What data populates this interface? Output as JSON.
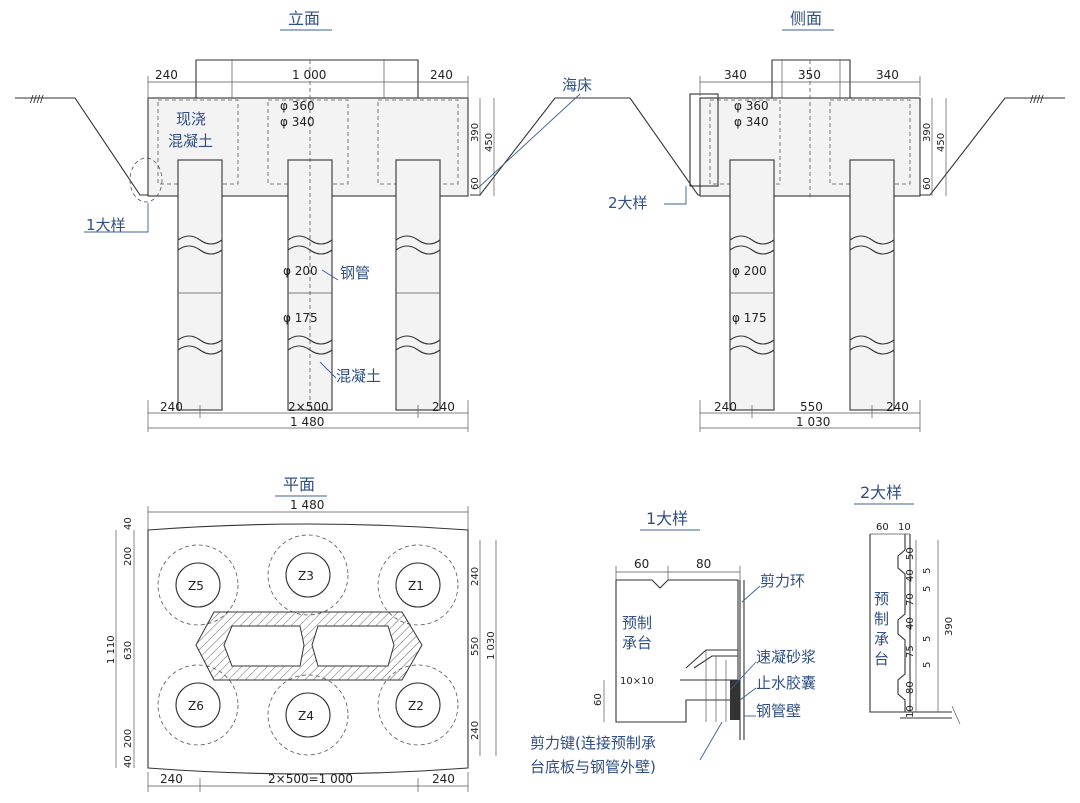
{
  "views": {
    "elevation": {
      "title": "立面",
      "dims_top": [
        "240",
        "1 000",
        "240"
      ],
      "dims_bottom": [
        "240",
        "2×500",
        "240"
      ],
      "total": "1 480",
      "right_dims": [
        "390",
        "450",
        "60"
      ],
      "labels": {
        "phi360": "φ 360",
        "phi340": "φ 340",
        "phi200": "φ 200",
        "phi175": "φ 175",
        "cast_in_place": "现浇",
        "concrete_fill": "混凝土",
        "steel_pipe": "钢管",
        "concrete": "混凝土",
        "detail_ref": "1大样"
      }
    },
    "side": {
      "title": "侧面",
      "dims_top": [
        "340",
        "350",
        "340"
      ],
      "dims_bottom": [
        "240",
        "550",
        "240"
      ],
      "total": "1 030",
      "right_dims": [
        "390",
        "450",
        "60"
      ],
      "labels": {
        "seabed": "海床",
        "phi360": "φ 360",
        "phi340": "φ 340",
        "phi200": "φ 200",
        "phi175": "φ 175",
        "detail_ref": "2大样"
      }
    },
    "plan": {
      "title": "平面",
      "top_dim": "1 480",
      "left_dims": [
        "40",
        "200",
        "630",
        "200",
        "40"
      ],
      "left_total": "1 110",
      "right_dims": [
        "240",
        "550",
        "240"
      ],
      "right_total": "1 030",
      "bottom_dims": [
        "240",
        "2×500=1 000",
        "240"
      ],
      "piles": [
        "Z5",
        "Z3",
        "Z1",
        "Z6",
        "Z4",
        "Z2"
      ]
    },
    "detail1": {
      "title": "1大样",
      "dims": [
        "60",
        "80",
        "60",
        "10×10"
      ],
      "labels": {
        "precast1": "预制",
        "precast2": "承台",
        "shear_ring": "剪力环",
        "mortar": "速凝砂浆",
        "water_bag": "止水胶囊",
        "pipe_wall": "钢管壁",
        "shear_key1": "剪力键(连接预制承",
        "shear_key2": "台底板与钢管外壁)"
      }
    },
    "detail2": {
      "title": "2大样",
      "top_dims": [
        "60",
        "10"
      ],
      "dims": [
        "50",
        "40",
        "70",
        "40",
        "75",
        "80",
        "10"
      ],
      "side_dims": [
        "5",
        "5",
        "5",
        "5"
      ],
      "total": "390",
      "labels": {
        "precast": [
          "预",
          "制",
          "承",
          "台"
        ]
      }
    }
  }
}
